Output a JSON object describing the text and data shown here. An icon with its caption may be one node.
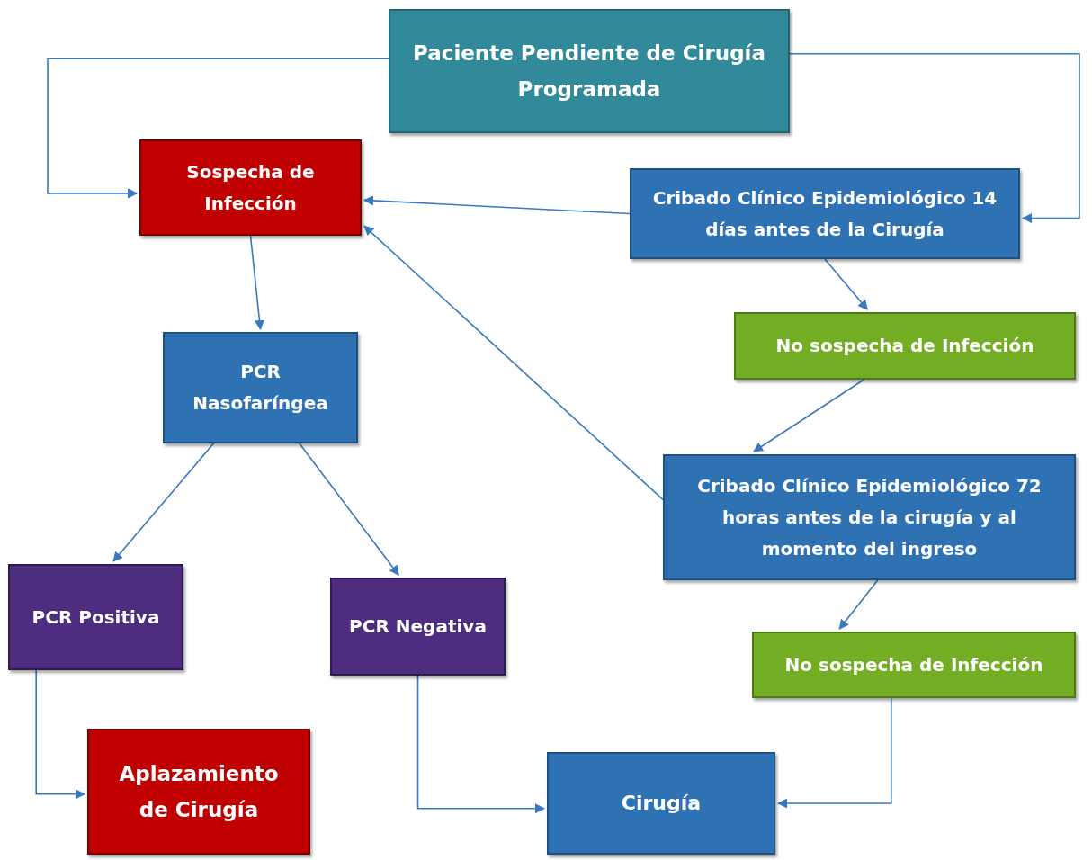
{
  "diagram": {
    "nodes": [
      {
        "text": [
          "Paciente Pendiente de Cirugía Programada"
        ]
      },
      {
        "text": [
          "Sospecha de Infección"
        ]
      },
      {
        "text": [
          "Cribado Clínico Epidemiológico 14 días antes de la Cirugía"
        ]
      },
      {
        "text": [
          "PCR Nasofaríngea"
        ]
      },
      {
        "text": [
          "No sospecha de Infección"
        ]
      },
      {
        "text": [
          "Cribado Clínico Epidemiológico 72 horas antes de la cirugía y al momento del ingreso"
        ]
      },
      {
        "text": [
          "PCR Positiva"
        ]
      },
      {
        "text": [
          "PCR Negativa"
        ]
      },
      {
        "text": [
          "No sospecha de Infección"
        ]
      },
      {
        "text": [
          "Aplazamiento de Cirugía"
        ]
      },
      {
        "text": [
          "Cirugía"
        ]
      }
    ],
    "edges": [
      {
        "from": 0,
        "to": 1,
        "arrow": "to"
      },
      {
        "from": 0,
        "to": 2,
        "arrow": "to"
      },
      {
        "from": 2,
        "to": 1,
        "arrow": "to"
      },
      {
        "from": 2,
        "to": 4,
        "arrow": "to"
      },
      {
        "from": 1,
        "to": 3,
        "arrow": "to"
      },
      {
        "from": 3,
        "to": 6,
        "arrow": "to"
      },
      {
        "from": 3,
        "to": 7,
        "arrow": "to"
      },
      {
        "from": 4,
        "to": 5,
        "arrow": "to"
      },
      {
        "from": 5,
        "to": 1,
        "arrow": "to"
      },
      {
        "from": 5,
        "to": 8,
        "arrow": "to"
      },
      {
        "from": 6,
        "to": 9,
        "arrow": "to"
      },
      {
        "from": 7,
        "to": 10,
        "arrow": "to"
      },
      {
        "from": 8,
        "to": 10,
        "arrow": "to"
      }
    ]
  }
}
